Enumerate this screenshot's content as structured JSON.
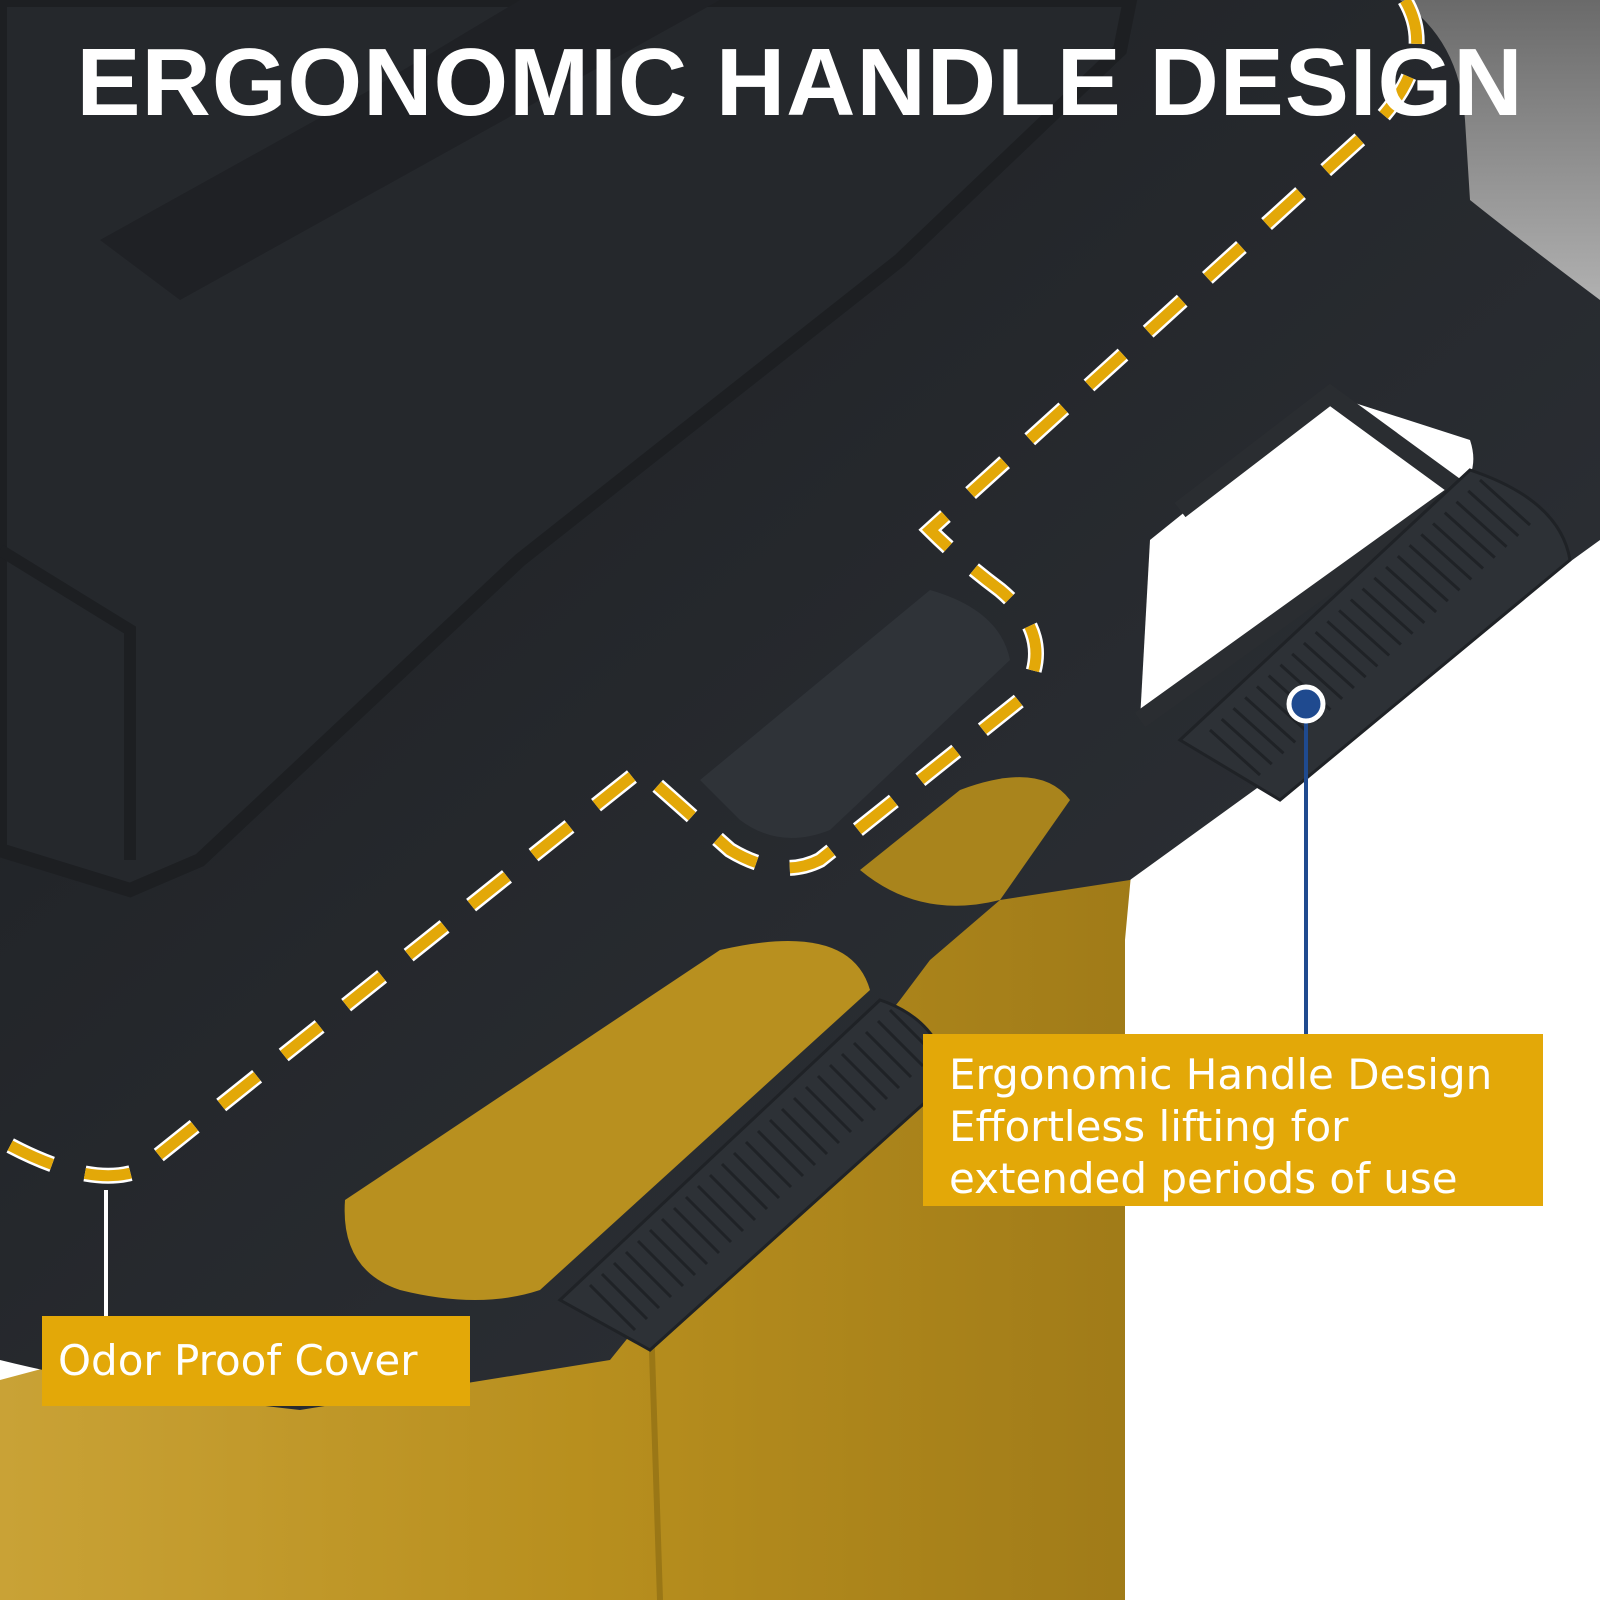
{
  "headline": "ERGONOMIC HANDLE DESIGN",
  "callouts": {
    "handle": {
      "line1": "Ergonomic Handle Design",
      "line2": "Effortless lifting for",
      "line3": "extended periods of use"
    },
    "cover": {
      "label": "Odor Proof Cover"
    }
  },
  "colors": {
    "accent": "#e3a808",
    "lid": "#2a2d31",
    "fabric": "#b8901f",
    "marker": "#1f4a8f"
  }
}
